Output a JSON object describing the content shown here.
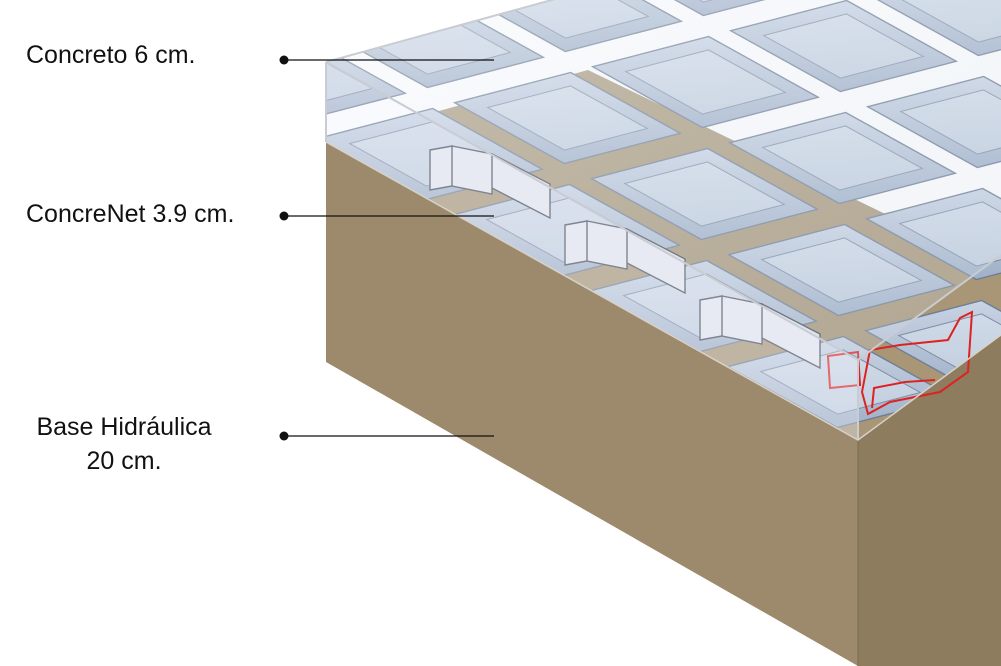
{
  "labels": {
    "concrete": "Concreto 6 cm.",
    "grid": "ConcreNet 3.9 cm.",
    "base_line1": "Base Hidráulica",
    "base_line2": "20 cm."
  },
  "colors": {
    "base_soil": "#9d8a6c",
    "base_soil_dark": "#8a7859",
    "concrete_glass": "#e9eef6",
    "grid_cell": "#b9c6d9",
    "grid_edge": "#6f7e94",
    "highlight_red": "#dd2222",
    "leader_line": "#111111"
  }
}
